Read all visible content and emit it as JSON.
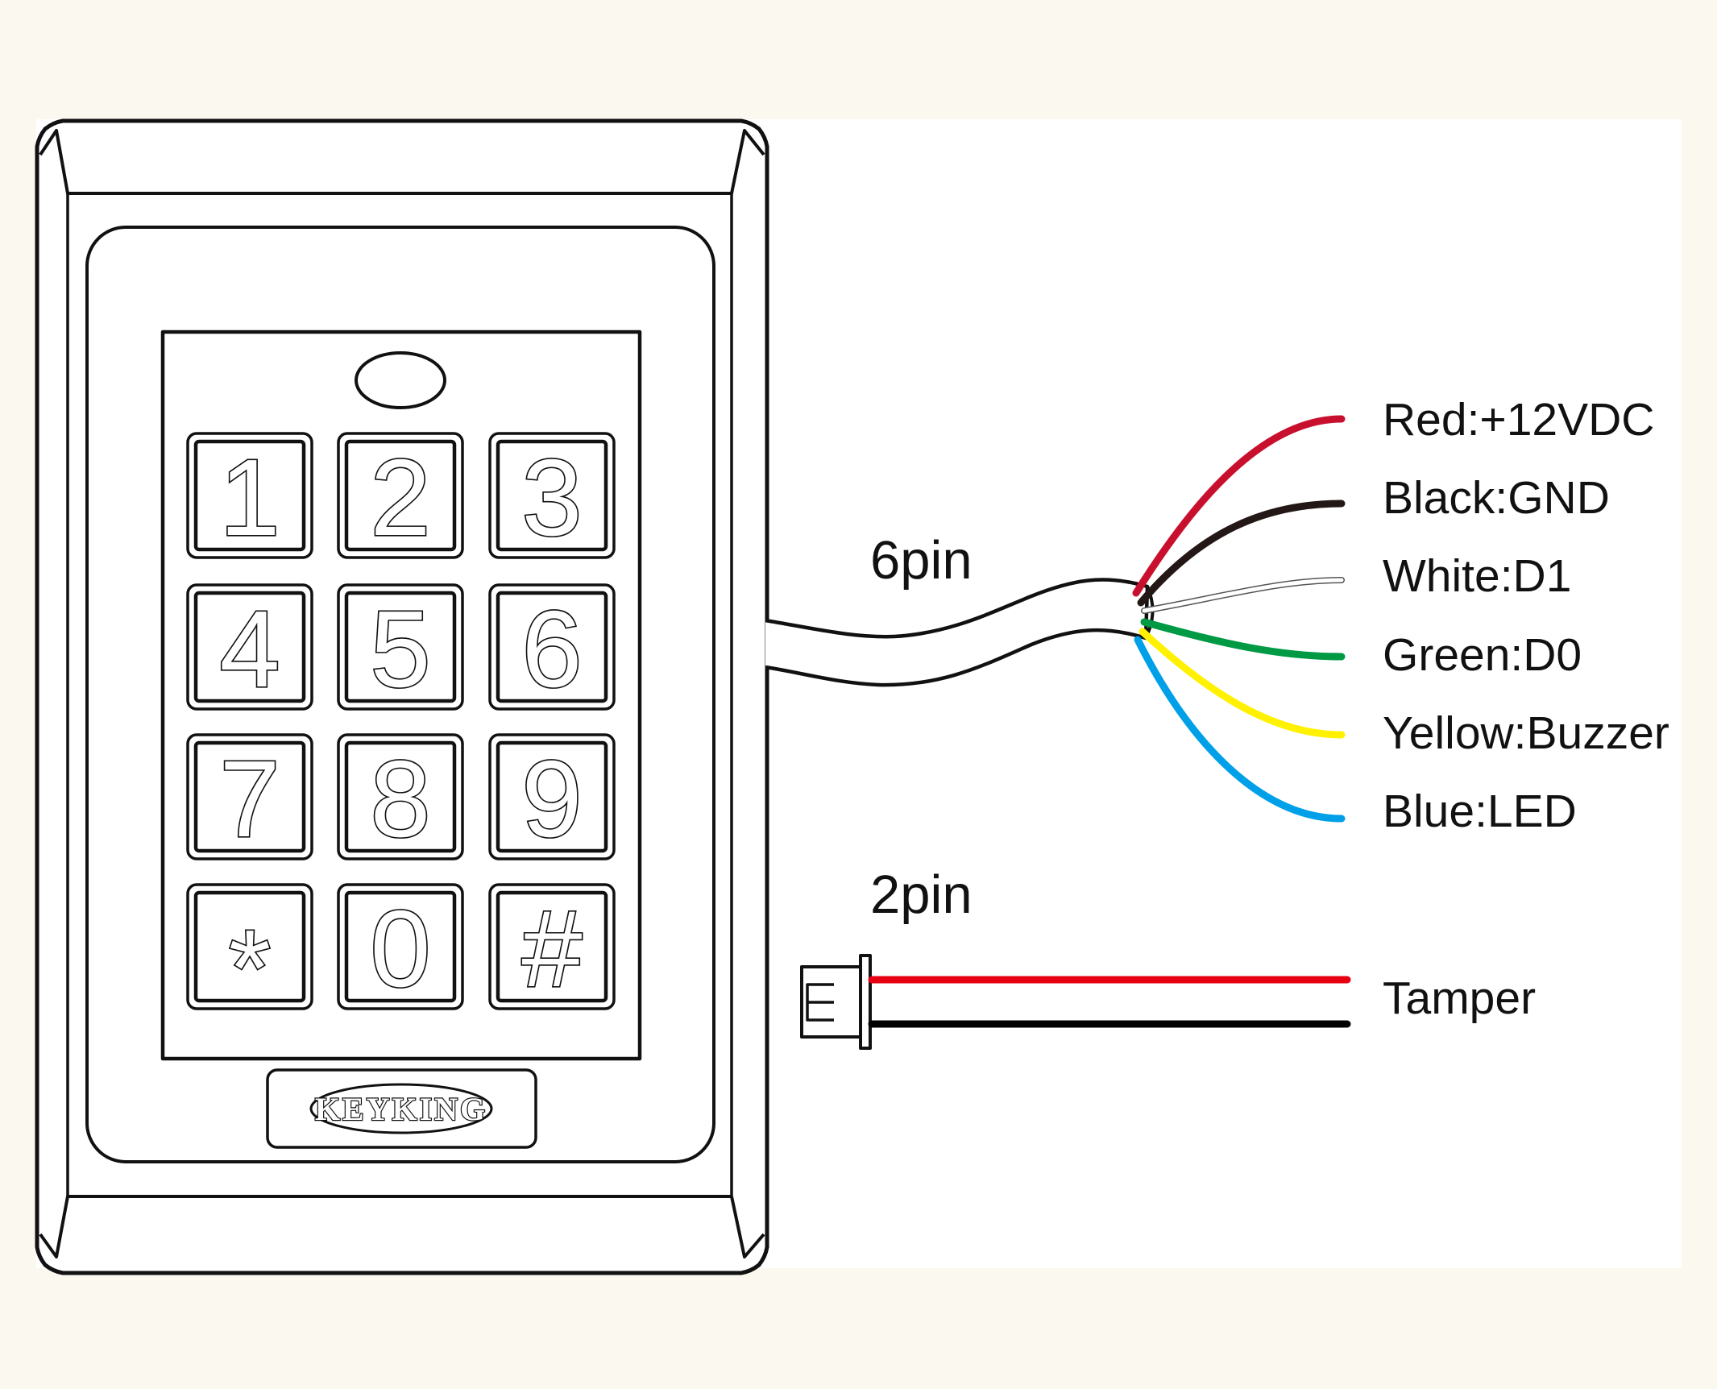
{
  "device": {
    "brand": "KEYKING",
    "keys": [
      "1",
      "2",
      "3",
      "4",
      "5",
      "6",
      "7",
      "8",
      "9",
      "*",
      "0",
      "#"
    ]
  },
  "connector_6pin": {
    "label": "6pin",
    "wires": [
      {
        "label": "Red:+12VDC",
        "color": "#c8102e"
      },
      {
        "label": "Black:GND",
        "color": "#231815"
      },
      {
        "label": "White:D1",
        "color": "#ffffff"
      },
      {
        "label": "Green:D0",
        "color": "#009944"
      },
      {
        "label": "Yellow:Buzzer",
        "color": "#fff100"
      },
      {
        "label": "Blue:LED",
        "color": "#00a0e9"
      }
    ]
  },
  "connector_2pin": {
    "label": "2pin",
    "wire_label": "Tamper",
    "wire_colors": [
      "#e60012",
      "#000000"
    ]
  }
}
